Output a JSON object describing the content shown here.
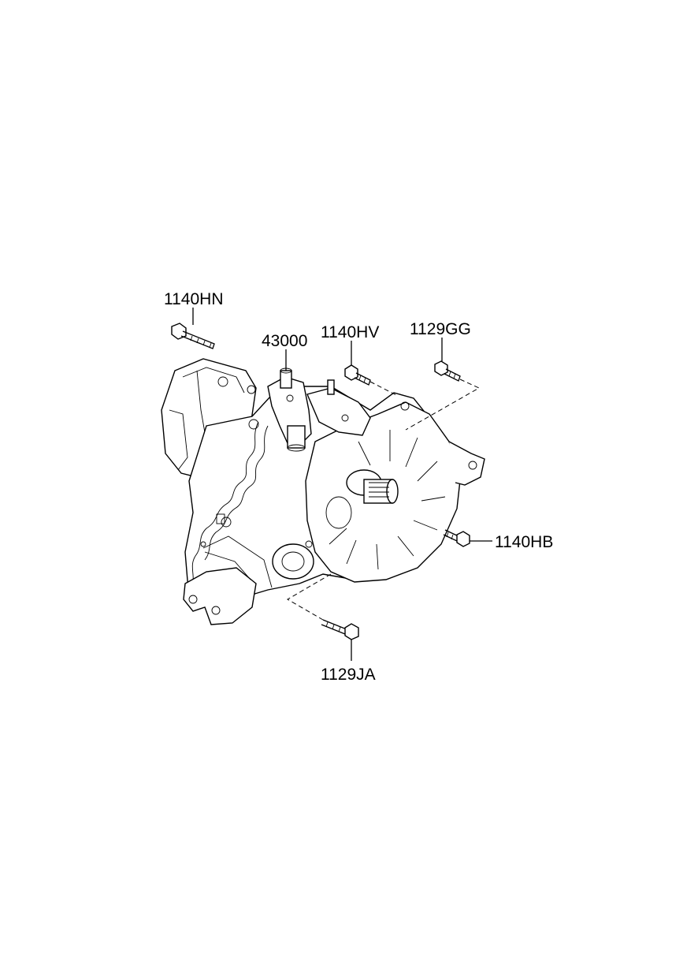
{
  "labels": {
    "p1140HN": "1140HN",
    "p43000": "43000",
    "p1140HV": "1140HV",
    "p1129GG": "1129GG",
    "p1140HB": "1140HB",
    "p1129JA": "1129JA"
  }
}
